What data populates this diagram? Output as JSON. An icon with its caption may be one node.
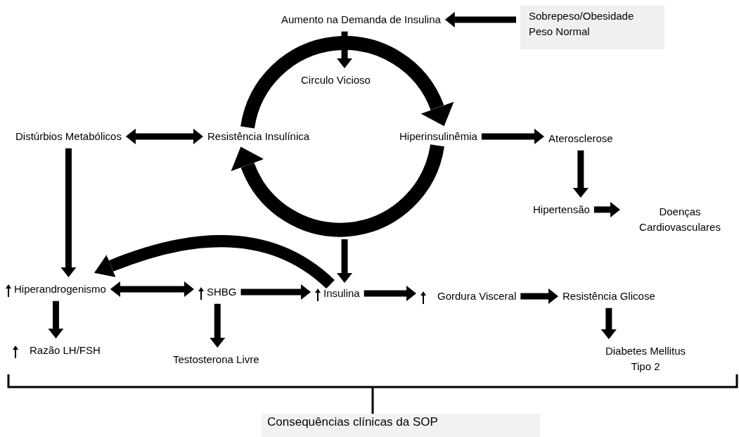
{
  "diagram": {
    "nodes": [
      {
        "text": [
          "Aumento na Demanda de Insulina"
        ]
      },
      {
        "text": [
          "Sobrepeso/Obesidade",
          "Peso Normal"
        ]
      },
      {
        "text": [
          "Circulo Vicioso"
        ]
      },
      {
        "text": [
          "Distúrbios Metabólicos"
        ]
      },
      {
        "text": [
          "Resistência Insulínica"
        ]
      },
      {
        "text": [
          "Hiperinsulinêmia"
        ]
      },
      {
        "text": [
          "Aterosclerose"
        ]
      },
      {
        "text": [
          "Hipertensão"
        ]
      },
      {
        "text": [
          "Doenças Cardiovasculares"
        ]
      },
      {
        "text": [
          "Hiperandrogenismo"
        ]
      },
      {
        "text": [
          "SHBG"
        ]
      },
      {
        "text": [
          "Insulina"
        ]
      },
      {
        "text": [
          "Gordura Visceral"
        ]
      },
      {
        "text": [
          "Resistência Glicose"
        ]
      },
      {
        "text": [
          "Razão LH/FSH"
        ]
      },
      {
        "text": [
          "Testosterona Livre"
        ]
      },
      {
        "text": [
          "Diabetes Mellitus Tipo 2"
        ]
      },
      {
        "text": [
          "Consequências clínicas da SOP"
        ]
      }
    ],
    "edges": [
      {
        "from": 1,
        "to": 0,
        "arrow": "to"
      },
      {
        "from": 0,
        "to": 2,
        "arrow": "to"
      },
      {
        "from": 4,
        "to": 5,
        "arrow": "to",
        "style": "thick"
      },
      {
        "from": 5,
        "to": 4,
        "arrow": "to",
        "style": "thick"
      },
      {
        "from": 3,
        "to": 4,
        "arrow": "both"
      },
      {
        "from": 5,
        "to": 6,
        "arrow": "to"
      },
      {
        "from": 6,
        "to": 7,
        "arrow": "to"
      },
      {
        "from": 7,
        "to": 8,
        "arrow": "to"
      },
      {
        "from": 3,
        "to": 9,
        "arrow": "to"
      },
      {
        "from": null,
        "to": 11,
        "arrow": "to"
      },
      {
        "from": 11,
        "to": 9,
        "arrow": "to",
        "style": "thick"
      },
      {
        "from": 9,
        "to": 10,
        "arrow": "both"
      },
      {
        "from": 10,
        "to": 11,
        "arrow": "to"
      },
      {
        "from": 11,
        "to": 12,
        "arrow": "to"
      },
      {
        "from": 12,
        "to": 13,
        "arrow": "to"
      },
      {
        "from": 9,
        "to": 14,
        "arrow": "to"
      },
      {
        "from": 10,
        "to": 15,
        "arrow": "to"
      },
      {
        "from": 13,
        "to": 16,
        "arrow": "to"
      }
    ]
  }
}
